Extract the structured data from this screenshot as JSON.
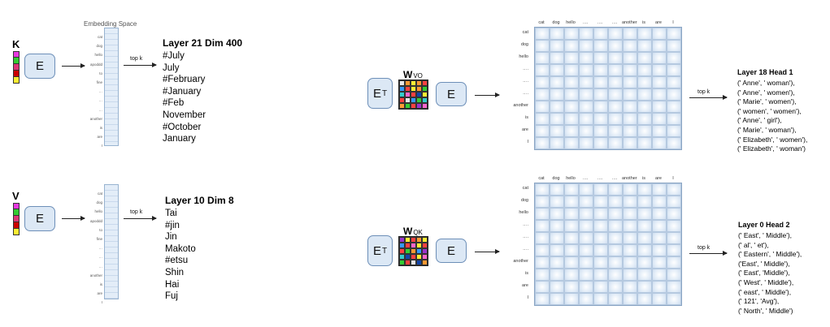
{
  "colors": {
    "box_fill": "#dce8f5",
    "box_border": "#6d8fb8",
    "strip": [
      "#e838e0",
      "#33cc33",
      "#dd3377",
      "#cc0000",
      "#ffee33"
    ],
    "w_palette": [
      "#e8e8e8",
      "#ff4040",
      "#ff9933",
      "#ffee33",
      "#33cc33",
      "#3399ff",
      "#9933cc",
      "#33cccc",
      "#ff66cc",
      "#1144aa"
    ]
  },
  "top_left": {
    "letter": "K",
    "box_label": "E",
    "embedding_space_label": "Embedding Space",
    "embedding_tokens": [
      "cat",
      "dog",
      "hello",
      "apoddd",
      "to",
      "fine",
      "…",
      "…",
      "…",
      "another",
      "is",
      "are",
      "I"
    ],
    "topk_label": "top k",
    "result_title": "Layer 21 Dim 400",
    "results": [
      "#July",
      "July",
      "#February",
      "#January",
      "#Feb",
      "November",
      "#October",
      "January"
    ]
  },
  "bottom_left": {
    "letter": "V",
    "box_label": "E",
    "embedding_tokens": [
      "cat",
      "dog",
      "hello",
      "apoddd",
      "to",
      "fine",
      "…",
      "…",
      "…",
      "another",
      "is",
      "are",
      "I"
    ],
    "topk_label": "top k",
    "result_title": "Layer 10 Dim 8",
    "results": [
      "Tai",
      "#jin",
      "Jin",
      "Makoto",
      "#etsu",
      "Shin",
      "Hai",
      "Fuj"
    ]
  },
  "top_right": {
    "et_label": "E",
    "et_sup": "T",
    "w_label": "W",
    "w_sub": "VO",
    "e_label": "E",
    "col_tokens": [
      "cat",
      "dog",
      "hello",
      "….",
      "….",
      "….",
      "another",
      "is",
      "are",
      "I"
    ],
    "row_tokens": [
      "cat",
      "dog",
      "hello",
      "….",
      "….",
      "….",
      "another",
      "is",
      "are",
      "I"
    ],
    "topk_label": "top k",
    "result_title": "Layer 18 Head 1",
    "results": [
      "(' Anne', ' woman'),",
      "(' Anne', ' women'),",
      "(' Marie', ' women'),",
      "(' women', ' women'),",
      "(' Anne', ' girl'),",
      "(' Marie', ' woman'),",
      "(' Elizabeth', ' women'),",
      "(' Elizabeth', ' woman')"
    ]
  },
  "bottom_right": {
    "et_label": "E",
    "et_sup": "T",
    "w_label": "W",
    "w_sub": "QK",
    "e_label": "E",
    "col_tokens": [
      "cat",
      "dog",
      "hello",
      "….",
      "….",
      "….",
      "another",
      "is",
      "are",
      "I"
    ],
    "row_tokens": [
      "cat",
      "dog",
      "hello",
      "….",
      "….",
      "….",
      "another",
      "is",
      "are",
      "I"
    ],
    "topk_label": "top k",
    "result_title": "Layer 0 Head 2",
    "results": [
      "(' East', ' Middle'),",
      "(' al', ' et'),",
      "(' Eastern', ' Middle'),",
      "('East', ' Middle'),",
      "(' East', 'Middle'),",
      "(' West', ' Middle'),",
      "(' east', ' Middle'),",
      "(' 121', 'Avg'),",
      "(' North', ' Middle')"
    ]
  }
}
